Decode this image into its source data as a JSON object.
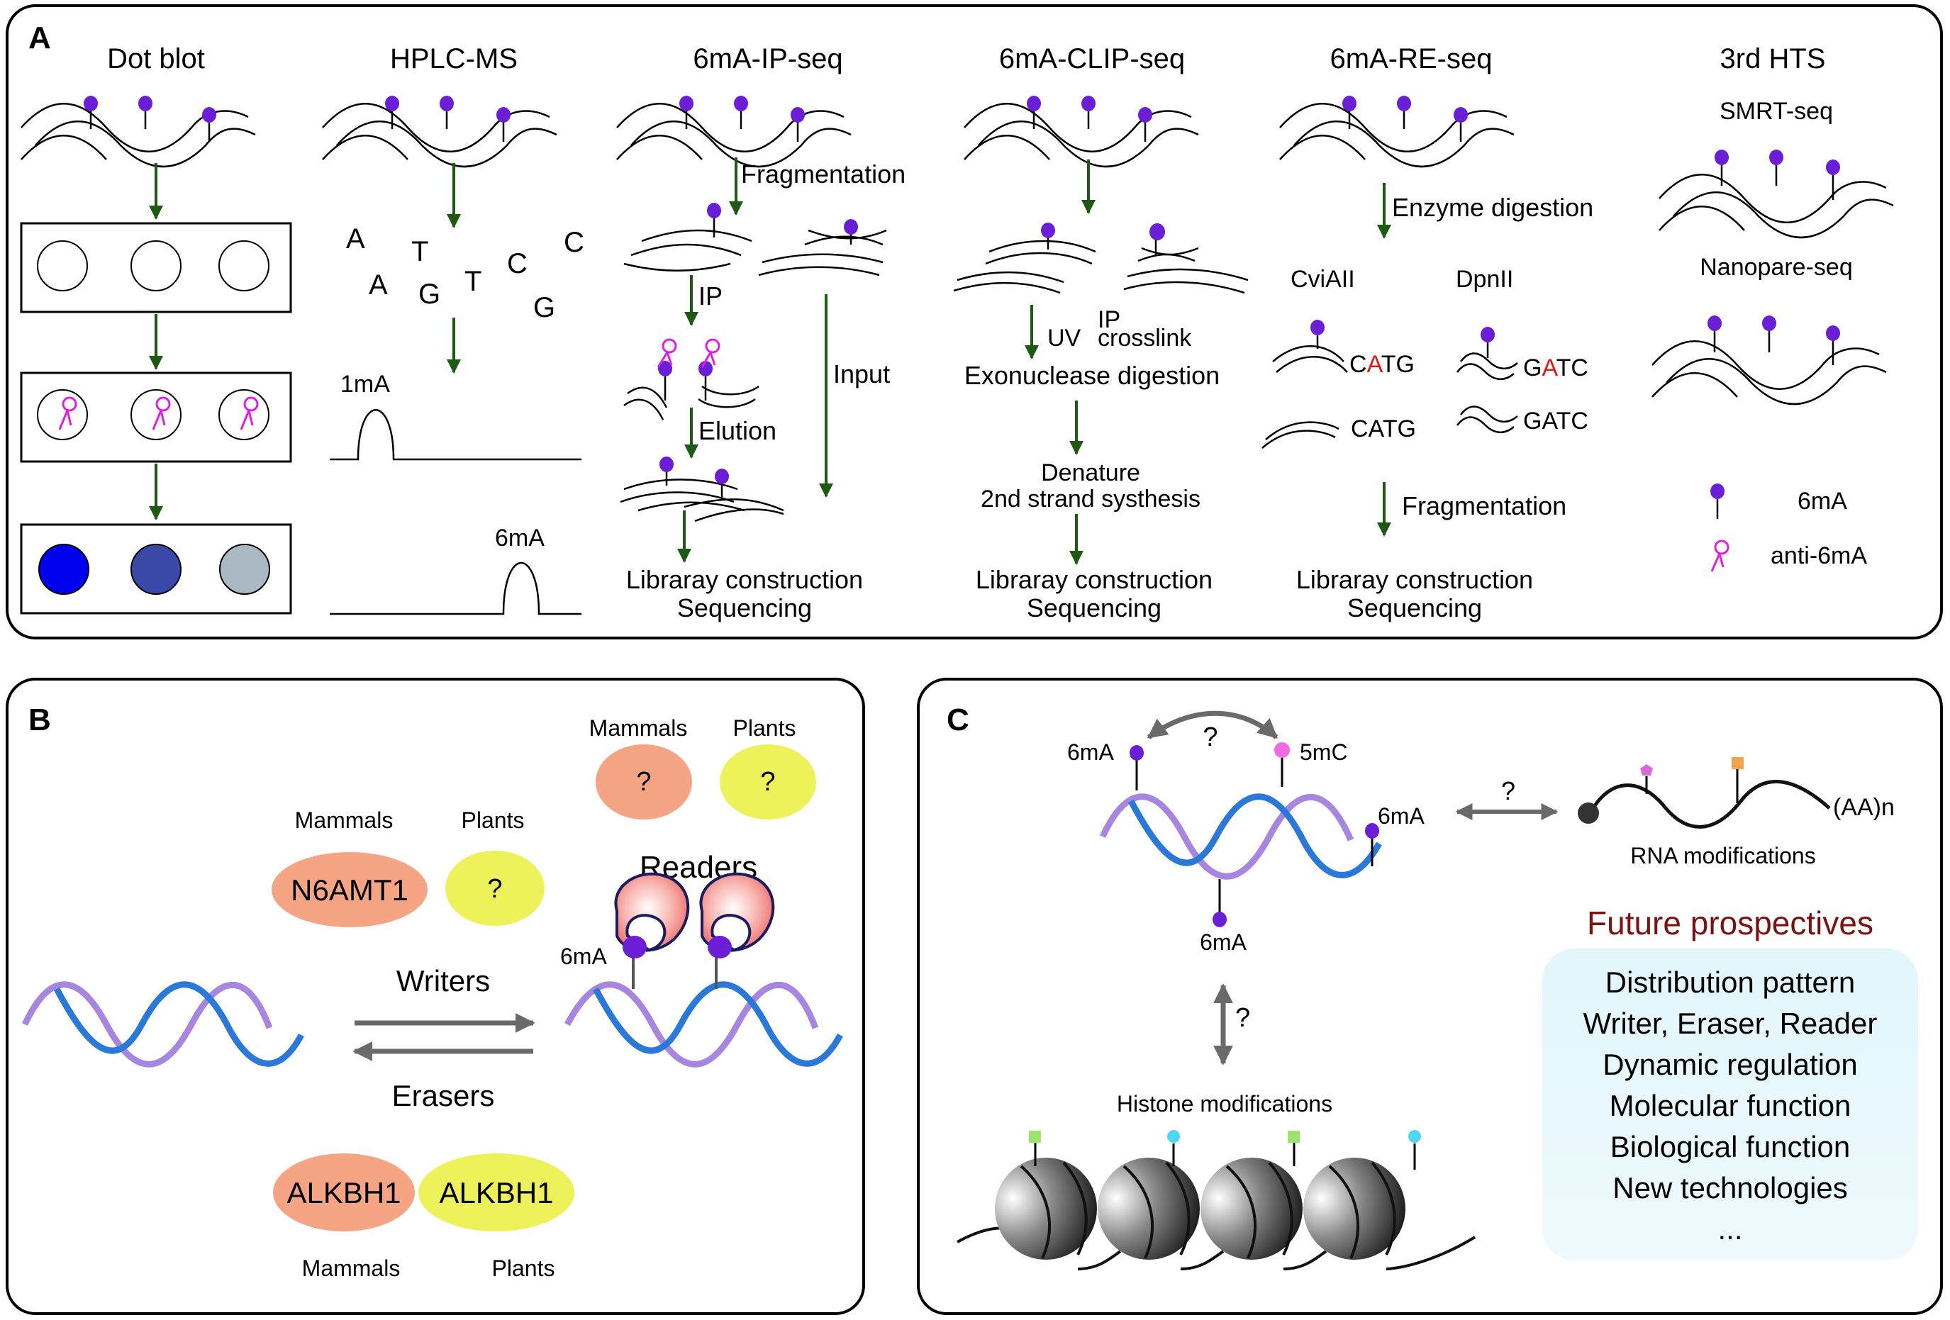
{
  "panel_a": {
    "label": "A",
    "columns": {
      "dot_blot": "Dot blot",
      "hplc_ms": "HPLC-MS",
      "ip_seq": "6mA-IP-seq",
      "clip_seq": "6mA-CLIP-seq",
      "re_seq": "6mA-RE-seq",
      "hts": "3rd HTS"
    },
    "hplc": {
      "bases": [
        "A",
        "T",
        "C",
        "C",
        "A",
        "G",
        "T",
        "G"
      ],
      "peak1": "1mA",
      "peak2": "6mA"
    },
    "ip_seq": {
      "fragmentation": "Fragmentation",
      "ip": "IP",
      "input": "Input",
      "elution": "Elution",
      "library": "Libraray construction",
      "sequencing": "Sequencing"
    },
    "clip_seq": {
      "ip": "IP",
      "uv": "UV",
      "crosslink": "crosslink",
      "exonuclease": "Exonuclease digestion",
      "denature": "Denature",
      "second_strand": "2nd strand systhesis",
      "library": "Libraray construction",
      "sequencing": "Sequencing"
    },
    "re_seq": {
      "enzyme": "Enzyme digestion",
      "cviaii": "CviAII",
      "dpnii": "DpnII",
      "catg_pre": "C",
      "catg_a": "A",
      "catg_post": "TG",
      "catg": "CATG",
      "gatc_pre": "G",
      "gatc_a": "A",
      "gatc_post": "TC",
      "gatc": "GATC",
      "fragmentation": "Fragmentation",
      "library": "Libraray construction",
      "sequencing": "Sequencing"
    },
    "hts": {
      "smrt": "SMRT-seq",
      "nanopore": "Nanopare-seq",
      "legend_6ma": "6mA",
      "legend_anti": "anti-6mA"
    },
    "dot_colors": [
      "#0000ee",
      "#3a48a8",
      "#aab8c4"
    ]
  },
  "panel_b": {
    "label": "B",
    "writers": "Writers",
    "erasers": "Erasers",
    "readers": "Readers",
    "mammals": "Mammals",
    "plants": "Plants",
    "q": "?",
    "n6amt1": "N6AMT1",
    "alkbh1": "ALKBH1",
    "reader_6ma": "6mA"
  },
  "panel_c": {
    "label": "C",
    "six_ma": "6mA",
    "five_mc": "5mC",
    "q": "?",
    "rna_mod": "RNA modifications",
    "polya": "(AA)n",
    "histone": "Histone modifications",
    "future_title": "Future prospectives",
    "future_items": [
      "Distribution pattern",
      "Writer, Eraser, Reader",
      "Dynamic regulation",
      "Molecular function",
      "Biological function",
      "New technologies",
      "..."
    ]
  },
  "colors": {
    "arrow_green": "#1e5a14",
    "methyl_purple": "#6a1fd6",
    "antibody_magenta": "#e020e0",
    "highlight_red": "#e01818",
    "salmon": "#f6a584",
    "yellow": "#eef25a",
    "helix_blue": "#2a78d8",
    "helix_lavender": "#a786e0",
    "future_title": "#7a1212",
    "future_box": "#e6f8fc",
    "grey_arrow": "#6a6a6a"
  }
}
